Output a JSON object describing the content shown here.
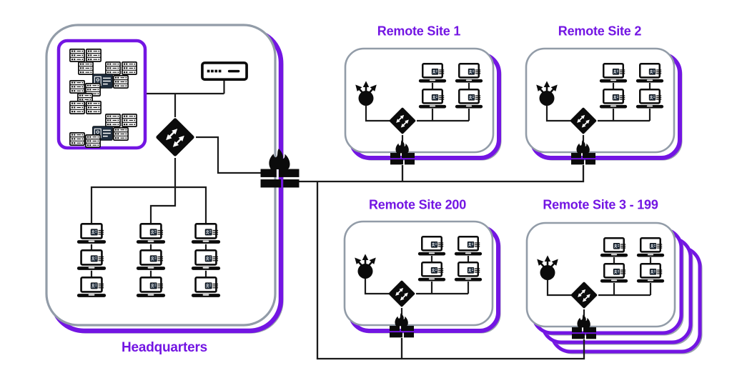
{
  "diagram": {
    "type": "network-topology",
    "labels": {
      "headquarters": "Headquarters",
      "remote_site_1": "Remote Site 1",
      "remote_site_2": "Remote Site 2",
      "remote_site_200": "Remote Site 200",
      "remote_site_range": "Remote Site 3 - 199"
    },
    "colors": {
      "accent_purple": "#7315E3",
      "card_border_gray": "#929CA8",
      "line_black": "#1A1A1A",
      "icon_black": "#0B0B0B",
      "badge_dark": "#1F2D3D"
    },
    "icon_legend": [
      "server-icon",
      "id-badge-icon",
      "laptop-icon",
      "switch-diamond-icon",
      "router-icon",
      "firewall-icon",
      "modem-icon"
    ]
  }
}
